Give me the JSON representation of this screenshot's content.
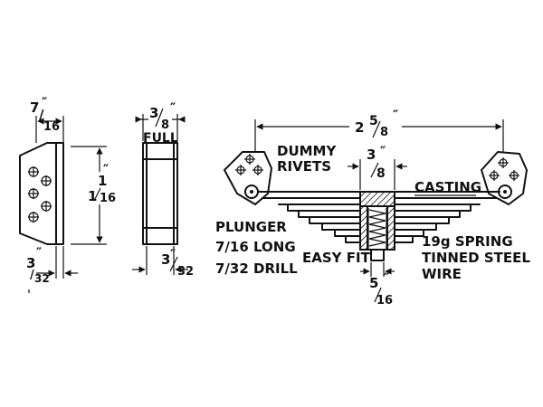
{
  "side_view": {
    "width_dim": {
      "whole": "7",
      "unit_mark": "/",
      "den": "16",
      "inch": "″"
    },
    "height_dim": {
      "whole": "1",
      "num": "1",
      "den": "16",
      "inch": "″"
    },
    "base_dim": {
      "whole": "3",
      "inch": "″",
      "num": "/",
      "den": "32"
    }
  },
  "edge_view": {
    "thickness_dim": {
      "num": "3",
      "den": "8",
      "inch": "″"
    },
    "full_label": "FULL",
    "base_dim": {
      "num": "3",
      "den": "32",
      "inch": "″"
    }
  },
  "assembly": {
    "span_dim": {
      "whole": "2",
      "num": "5",
      "den": "8",
      "inch": "″"
    },
    "dummy_rivets": [
      "DUMMY",
      "RIVETS"
    ],
    "boss_dim": {
      "num": "3",
      "den": "8",
      "inch": "″"
    },
    "casting_label": "CASTING",
    "plunger_lines": [
      "PLUNGER",
      "7/16 LONG",
      "7/32 DRILL"
    ],
    "easy_fit": "EASY FIT",
    "spring_lines": [
      "19g SPRING",
      "TINNED STEEL",
      "WIRE"
    ],
    "bore_dim": {
      "num": "5",
      "den": "16",
      "inch": "″"
    }
  }
}
